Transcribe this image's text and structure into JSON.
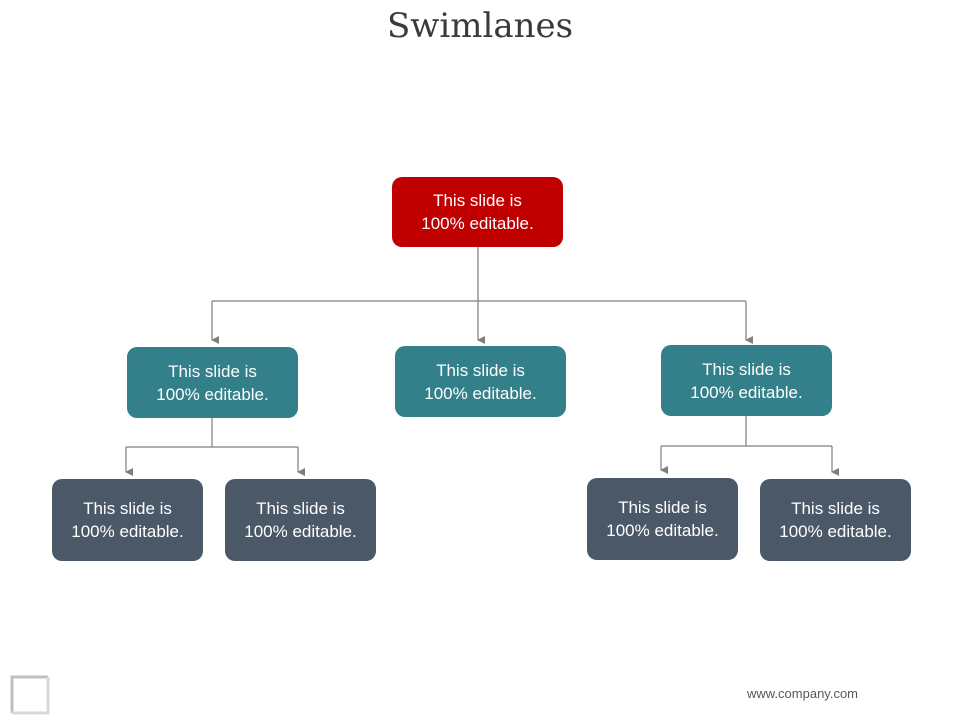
{
  "title": "Swimlanes",
  "footer": "www.company.com",
  "colors": {
    "root": "#c00000",
    "level2": "#33808a",
    "level3": "#4a5868",
    "connector": "#7f7f7f"
  },
  "nodes": {
    "root": {
      "line1": "This slide is",
      "line2": "100% editable."
    },
    "level2": [
      {
        "line1": "This slide is",
        "line2": "100% editable."
      },
      {
        "line1": "This slide is",
        "line2": "100% editable."
      },
      {
        "line1": "This slide is",
        "line2": "100% editable."
      }
    ],
    "level3": [
      {
        "line1": "This slide is",
        "line2": "100% editable."
      },
      {
        "line1": "This slide is",
        "line2": "100% editable."
      },
      {
        "line1": "This slide is",
        "line2": "100% editable."
      },
      {
        "line1": "This slide is",
        "line2": "100% editable."
      }
    ]
  },
  "icons": {
    "corner": "corner-bracket-icon"
  }
}
